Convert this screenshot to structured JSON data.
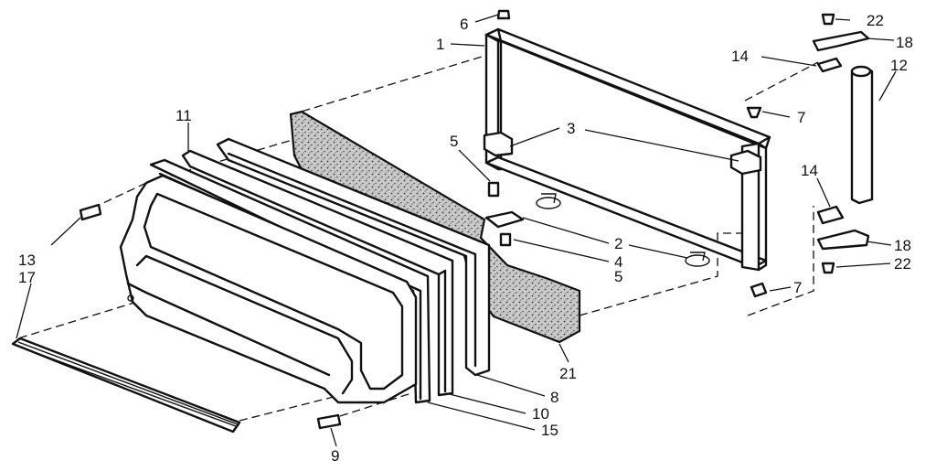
{
  "diagram": {
    "colors": {
      "ink": "#111111",
      "background": "#ffffff",
      "foam_fill": "#c9c9c9"
    },
    "callouts": [
      {
        "id": "c6",
        "text": "6"
      },
      {
        "id": "c1",
        "text": "1"
      },
      {
        "id": "c22a",
        "text": "22"
      },
      {
        "id": "c18a",
        "text": "18"
      },
      {
        "id": "c14a",
        "text": "14"
      },
      {
        "id": "c12",
        "text": "12"
      },
      {
        "id": "c7a",
        "text": "7"
      },
      {
        "id": "c3",
        "text": "3"
      },
      {
        "id": "c5a",
        "text": "5"
      },
      {
        "id": "c11",
        "text": "11"
      },
      {
        "id": "c14b",
        "text": "14"
      },
      {
        "id": "c2",
        "text": "2"
      },
      {
        "id": "c4",
        "text": "4"
      },
      {
        "id": "c5b",
        "text": "5"
      },
      {
        "id": "c18b",
        "text": "18"
      },
      {
        "id": "c22b",
        "text": "22"
      },
      {
        "id": "c7b",
        "text": "7"
      },
      {
        "id": "c13",
        "text": "13"
      },
      {
        "id": "c17",
        "text": "17"
      },
      {
        "id": "c21",
        "text": "21"
      },
      {
        "id": "c8",
        "text": "8"
      },
      {
        "id": "c10",
        "text": "10"
      },
      {
        "id": "c15",
        "text": "15"
      },
      {
        "id": "c9",
        "text": "9"
      }
    ]
  }
}
